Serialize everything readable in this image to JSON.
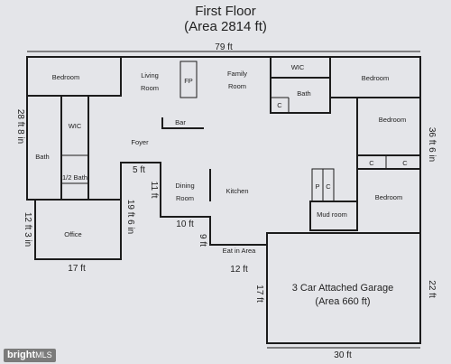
{
  "header": {
    "title": "First Floor",
    "subtitle": "(Area 2814 ft)"
  },
  "rooms": {
    "bedroom_1": "Bedroom",
    "living_room": "Living",
    "living_room_2": "Room",
    "fp": "FP",
    "family_room": "Family",
    "family_room_2": "Room",
    "wic_1": "WIC",
    "bath_1": "Bath",
    "closet_1": "C",
    "bedroom_2": "Bedroom",
    "bedroom_3": "Bedroom",
    "closet_2": "C",
    "closet_3": "C",
    "bar": "Bar",
    "foyer": "Foyer",
    "wic_2": "WIC",
    "bath_2": "Bath",
    "half_bath": "1/2 Bath",
    "dining_room": "Dining",
    "dining_room_2": "Room",
    "kitchen": "Kitchen",
    "pantry": "P",
    "closet_4": "C",
    "bedroom_4": "Bedroom",
    "mud_room": "Mud room",
    "office": "Office",
    "eat_in_area": "Eat in Area",
    "garage_1": "3 Car Attached Garage",
    "garage_2": "(Area 660 ft)"
  },
  "dimensions": {
    "top": "79 ft",
    "left_side": "28 ft 8 in",
    "right_side": "36 ft 6 in",
    "office_height": "12 ft 3 in",
    "office_width": "17 ft",
    "stair_width": "5 ft",
    "dining_height": "11 ft",
    "dining_width": "10 ft",
    "kitchen_left": "19 ft 6 in",
    "eat_in_height": "9 ft",
    "eat_in_width": "12 ft",
    "garage_left": "17 ft",
    "garage_right": "22 ft",
    "garage_width": "30 ft"
  },
  "watermark": {
    "brand": "bright",
    "rest": "MLS"
  }
}
